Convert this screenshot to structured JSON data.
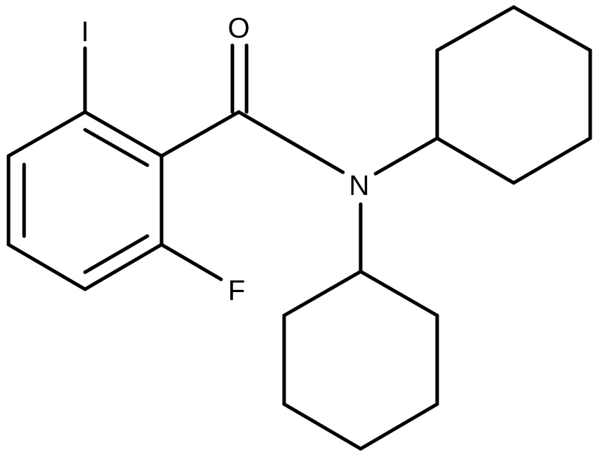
{
  "molecule": {
    "atoms": {
      "iodine": "I",
      "oxygen": "O",
      "nitrogen": "N",
      "fluorine": "F"
    },
    "colors": {
      "bond": "#000000",
      "label": "#000000",
      "background": "#ffffff"
    }
  }
}
